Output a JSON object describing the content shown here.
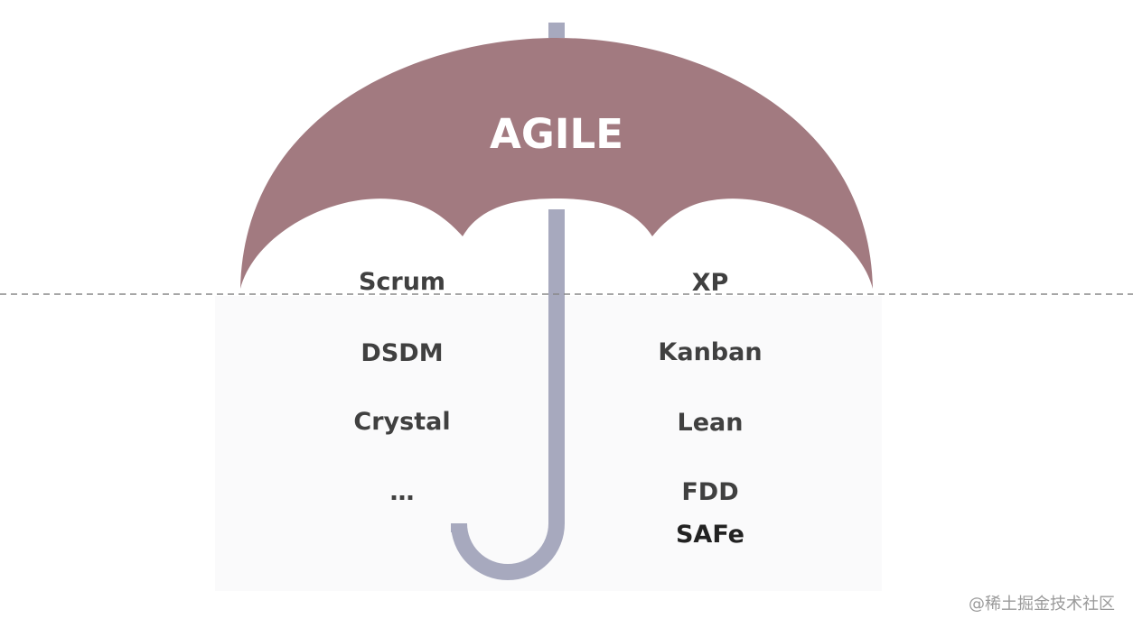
{
  "diagram": {
    "title": "AGILE",
    "left_methods": [
      "Scrum",
      "DSDM",
      "Crystal",
      "…"
    ],
    "right_methods": [
      "XP",
      "Kanban",
      "Lean",
      "FDD",
      "SAFe"
    ]
  },
  "watermark": "@稀土掘金技术社区",
  "colors": {
    "canopy": "#A27A80",
    "handle": "#A7A9BE",
    "panel": "#FAFAFB",
    "text": "#404040",
    "dashed_line": "#888888"
  }
}
